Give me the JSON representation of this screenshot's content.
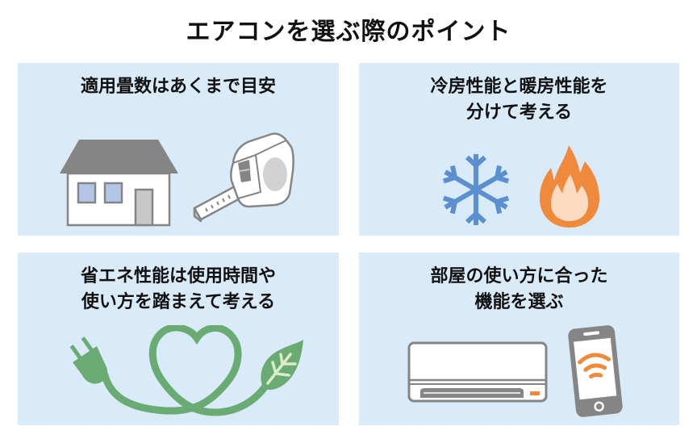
{
  "title": "エアコンを選ぶ際のポイント",
  "panels": [
    {
      "id": "floor-area",
      "lines": [
        "適用畳数はあくまで目安"
      ],
      "icons": [
        "house-icon",
        "tape-measure-icon"
      ]
    },
    {
      "id": "cooling-heating",
      "lines": [
        "冷房性能と暖房性能を",
        "分けて考える"
      ],
      "icons": [
        "snowflake-icon",
        "flame-icon"
      ]
    },
    {
      "id": "energy-saving",
      "lines": [
        "省エネ性能は使用時間や",
        "使い方を踏まえて考える"
      ],
      "icons": [
        "eco-plug-heart-leaf-icon"
      ]
    },
    {
      "id": "room-usage",
      "lines": [
        "部屋の使い方に合った",
        "機能を選ぶ"
      ],
      "icons": [
        "air-conditioner-icon",
        "smartphone-wifi-icon"
      ]
    }
  ],
  "colors": {
    "panel_bg": "#d9eaf8",
    "gray": "#858585",
    "light_gray": "#c8c8c8",
    "window_blue": "#b3c6e6",
    "snow_blue": "#5b8fcf",
    "flame_orange": "#ef8a3c",
    "flame_inner": "#fbdcc3",
    "eco_green": "#6aab74",
    "leaf_vein": "#dcebc9",
    "accent_orange": "#ef8a3c"
  }
}
